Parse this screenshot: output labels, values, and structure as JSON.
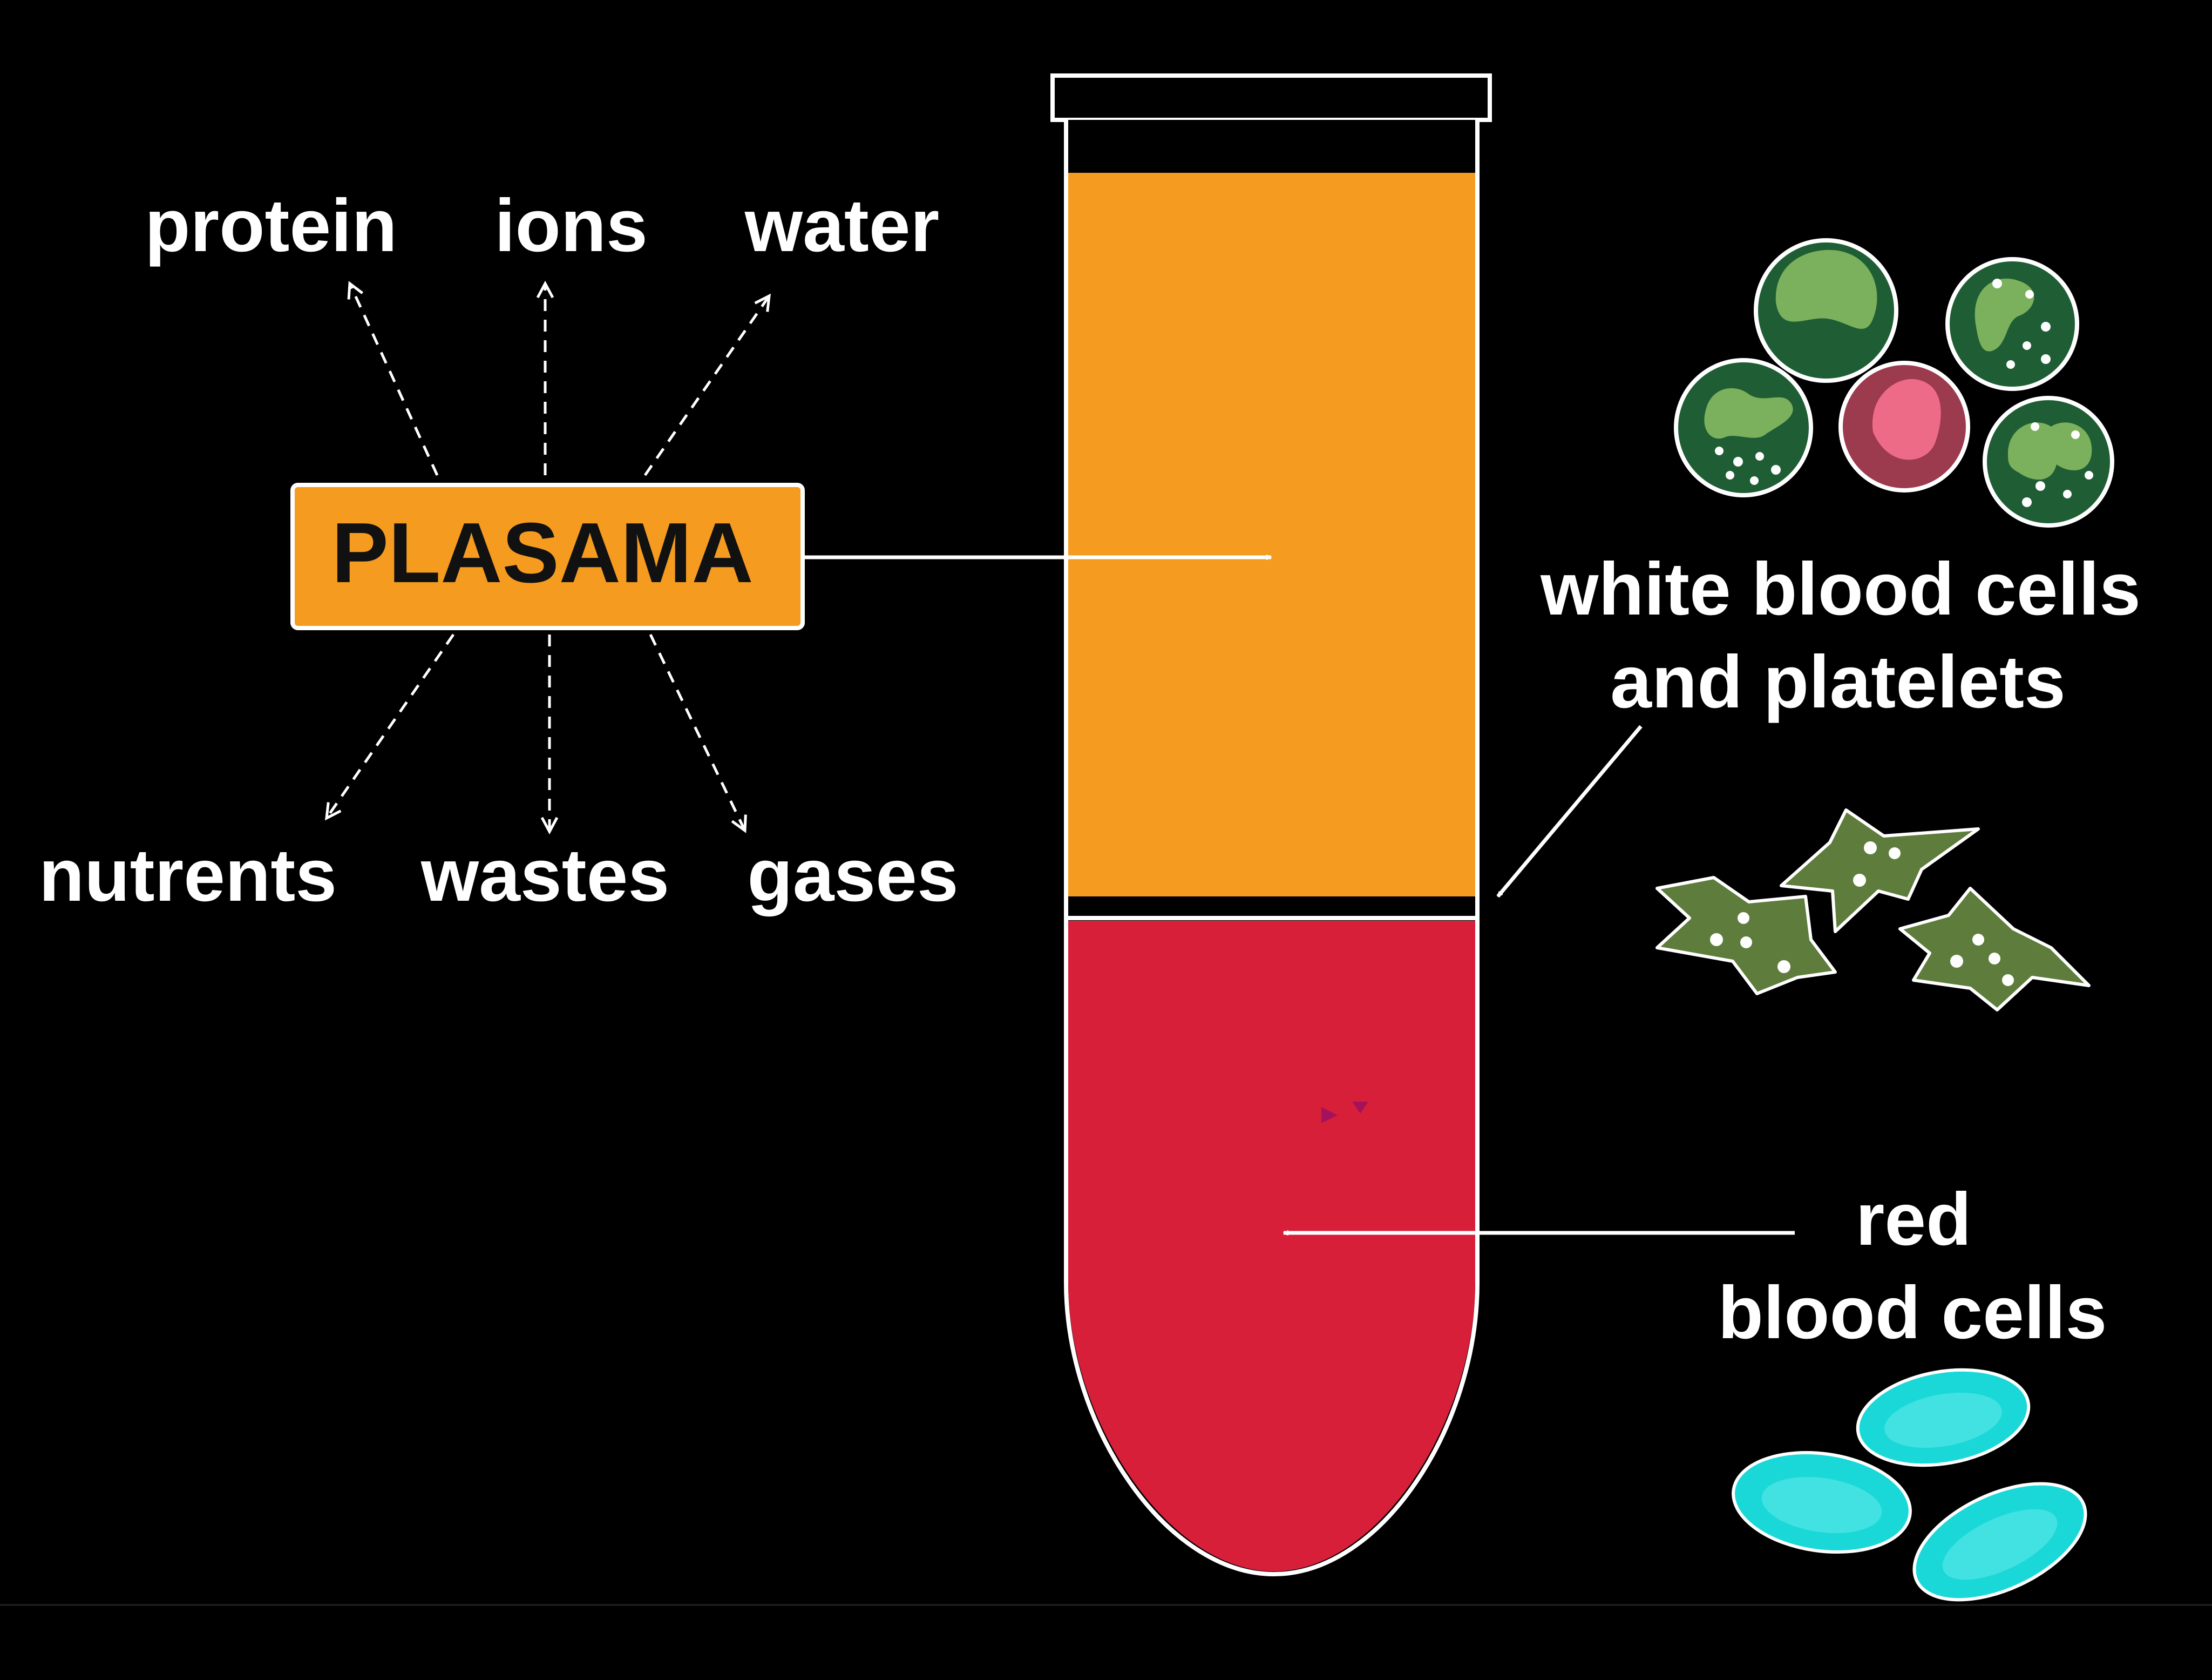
{
  "diagram": {
    "plasma_label": "PLASAMA",
    "plasma_components_top": [
      "protein",
      "ions",
      "water"
    ],
    "plasma_components_bottom": [
      "nutrents",
      "wastes",
      "gases"
    ],
    "wbc_label_line1": "white blood cells",
    "wbc_label_line2": "and platelets",
    "rbc_label_line1": "red",
    "rbc_label_line2": "blood cells"
  },
  "colors": {
    "background": "#000000",
    "plasma": "#F49B20",
    "red_cells_layer": "#D81F3A",
    "wbc_dark": "#1F5E35",
    "wbc_light": "#7BB05C",
    "platelet": "#5E7D3C",
    "rbc_cell": "#1BD8D8",
    "outline": "#FFFFFF"
  }
}
